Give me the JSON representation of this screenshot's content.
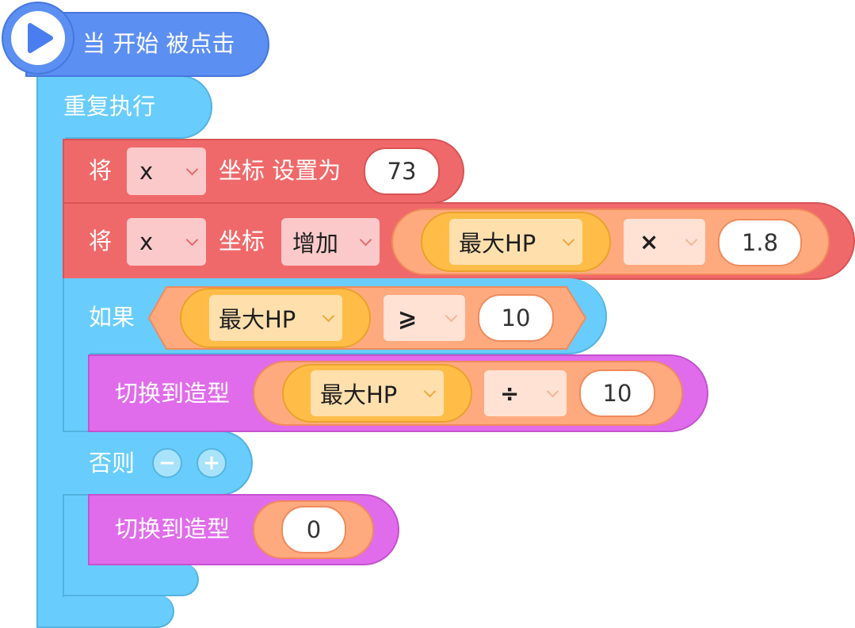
{
  "hat_block": {
    "label": "当 开始 被点击",
    "icon": "play-icon"
  },
  "forever_block": {
    "label": "重复执行"
  },
  "set_x_block": {
    "prefix": "将",
    "axis": "x",
    "suffix": "坐标 设置为",
    "value": "73"
  },
  "change_x_block": {
    "prefix": "将",
    "axis": "x",
    "middle": "坐标",
    "mode": "增加",
    "variable": "最大HP",
    "operator": "×",
    "operand": "1.8"
  },
  "if_block": {
    "label": "如果",
    "variable": "最大HP",
    "operator": "⩾",
    "operand": "10"
  },
  "switch_costume_1": {
    "label": "切换到造型",
    "variable": "最大HP",
    "operator": "÷",
    "operand": "10"
  },
  "else_block": {
    "label": "否则",
    "minus": "−",
    "plus": "+"
  },
  "switch_costume_2": {
    "label": "切换到造型",
    "value": "0"
  },
  "colors": {
    "event": "#5c8ff2",
    "control": "#68cdfd",
    "motion": "#f0696a",
    "looks": "#e06ceb",
    "operator": "#ffaa7e",
    "variable": "#ffbd47"
  }
}
